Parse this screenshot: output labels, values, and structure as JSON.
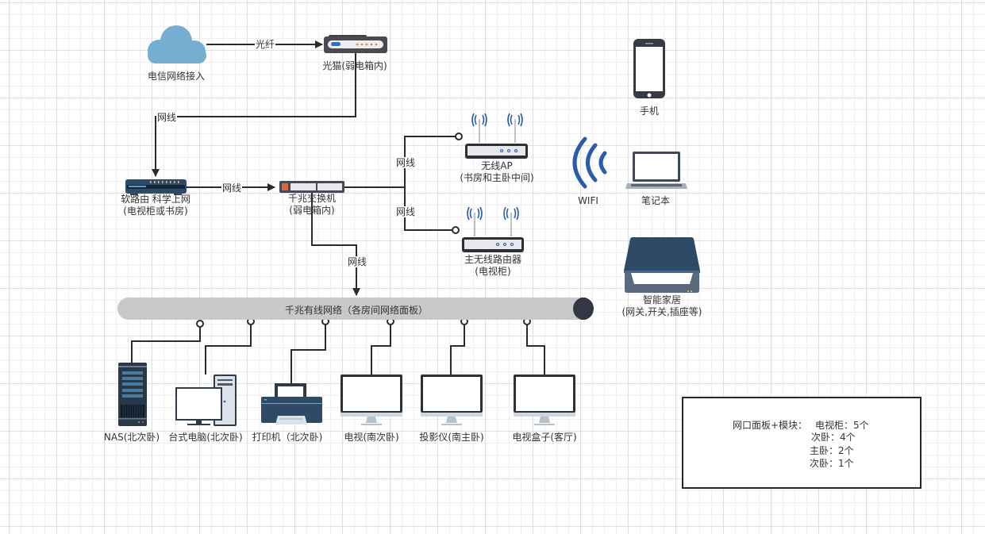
{
  "diagram": {
    "nodes": {
      "internet": {
        "label": "电信网络接入",
        "icon": "cloud-icon"
      },
      "modem": {
        "label": "光猫(弱电箱内)",
        "icon": "optical-modem-icon"
      },
      "soft_router": {
        "label_line1": "软路由 科学上网",
        "label_line2": "(电视柜或书房)",
        "icon": "router-icon"
      },
      "switch": {
        "label_line1": "千兆交换机",
        "label_line2": "(弱电箱内)",
        "icon": "switch-icon"
      },
      "ap": {
        "label_line1": "无线AP",
        "label_line2": "(书房和主卧中间)",
        "icon": "wireless-ap-icon"
      },
      "main_router": {
        "label_line1": "主无线路由器",
        "label_line2": "(电视柜)",
        "icon": "wireless-router-icon"
      },
      "phone": {
        "label": "手机",
        "icon": "phone-icon"
      },
      "wifi": {
        "label": "WIFI",
        "icon": "wifi-icon"
      },
      "laptop": {
        "label": "笔记本",
        "icon": "laptop-icon"
      },
      "smart_home": {
        "label_line1": "智能家居",
        "label_line2": "(网关,开关,插座等)",
        "icon": "scanner-icon"
      },
      "bus": {
        "label": "千兆有线网络（各房间网络面板）"
      },
      "nas": {
        "label": "NAS(北次卧)",
        "icon": "server-icon"
      },
      "desktop": {
        "label": "台式电脑(北次卧)",
        "icon": "desktop-icon"
      },
      "printer": {
        "label": "打印机（北次卧)",
        "icon": "printer-icon"
      },
      "tv": {
        "label": "电视(南次卧)",
        "icon": "monitor-icon"
      },
      "projector": {
        "label": "投影仪(南主卧)",
        "icon": "monitor-icon"
      },
      "tvbox": {
        "label": "电视盒子(客厅)",
        "icon": "monitor-icon"
      }
    },
    "edges": {
      "fiber": "光纤",
      "cable_modem_router": "网线",
      "cable_router_switch": "网线",
      "cable_switch_ap": "网线",
      "cable_switch_main": "网线",
      "cable_switch_bus": "网线"
    },
    "note": {
      "title": "网口面板+模块：",
      "lines": [
        "电视柜：5个",
        "次卧：4个",
        "主卧：2个",
        "次卧：1个"
      ]
    },
    "colors": {
      "line": "#2b2b2b",
      "device_dark": "#3a3f4b",
      "device_navy": "#2f4a66",
      "wifi_blue": "#2a5caa",
      "cloud": "#74aed0",
      "bus": "#c8c8c8"
    }
  }
}
